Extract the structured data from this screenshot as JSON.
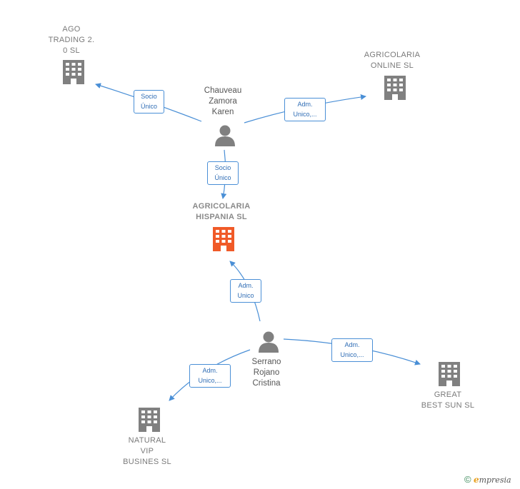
{
  "colors": {
    "edge": "#4a8fd6",
    "building": "#808080",
    "building_focus": "#f05a28",
    "person": "#808080"
  },
  "nodes": {
    "ago_trading": "AGO\nTRADING 2.\n0  SL",
    "agricolaria_online": "AGRICOLARIA\nONLINE  SL",
    "agricolaria_hispania": "AGRICOLARIA\nHISPANIA  SL",
    "great_best_sun": "GREAT\nBEST SUN  SL",
    "natural_vip": "NATURAL\nVIP\nBUSINES  SL"
  },
  "persons": {
    "chauveau": "Chauveau\nZamora\nKaren",
    "serrano": "Serrano\nRojano\nCristina"
  },
  "edges": {
    "chauveau_ago": "Socio\nÚnico",
    "chauveau_online": "Adm.\nUnico,...",
    "chauveau_hispania": "Socio\nÚnico",
    "serrano_hispania": "Adm.\nUnico",
    "serrano_great": "Adm.\nUnico,...",
    "serrano_natural": "Adm.\nUnico,..."
  },
  "footer": {
    "copyright": "©",
    "brand_initial": "e",
    "brand_rest": "mpresia"
  }
}
